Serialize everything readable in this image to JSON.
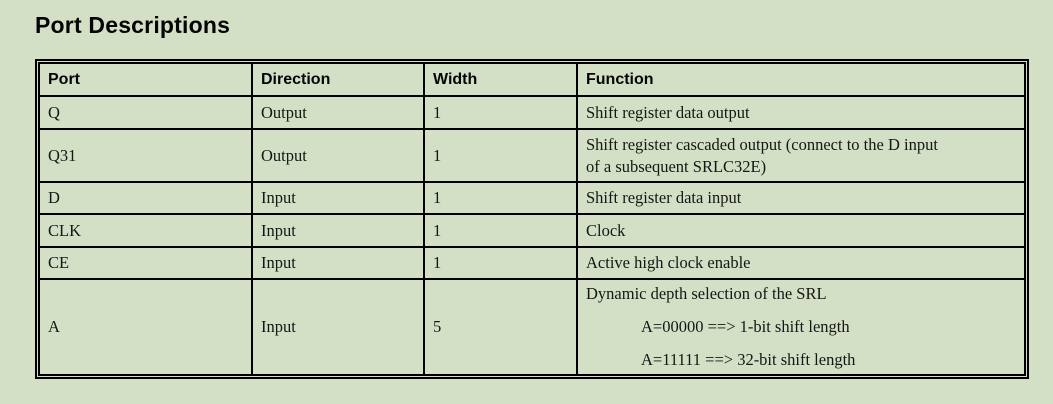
{
  "page": {
    "title": "Port Descriptions",
    "background_color": "#d3e0c5",
    "border_color": "#000000"
  },
  "table": {
    "columns": [
      "Port",
      "Direction",
      "Width",
      "Function"
    ],
    "rows": [
      {
        "port": "Q",
        "direction": "Output",
        "width": "1",
        "function_lines": [
          {
            "text": "Shift register data output",
            "indent": false
          }
        ]
      },
      {
        "port": "Q31",
        "direction": "Output",
        "width": "1",
        "function_lines": [
          {
            "text": "Shift register cascaded output (connect to the D input",
            "indent": false
          },
          {
            "text": "of a subsequent SRLC32E)",
            "indent": false
          }
        ]
      },
      {
        "port": "D",
        "direction": "Input",
        "width": "1",
        "function_lines": [
          {
            "text": "Shift register data input",
            "indent": false
          }
        ]
      },
      {
        "port": "CLK",
        "direction": "Input",
        "width": "1",
        "function_lines": [
          {
            "text": "Clock",
            "indent": false
          }
        ]
      },
      {
        "port": "CE",
        "direction": "Input",
        "width": "1",
        "function_lines": [
          {
            "text": "Active high clock enable",
            "indent": false
          }
        ]
      },
      {
        "port": "A",
        "direction": "Input",
        "width": "5",
        "function_lines": [
          {
            "text": "Dynamic depth selection of the SRL",
            "indent": false
          },
          {
            "text": "A=00000 ==> 1-bit shift length",
            "indent": true
          },
          {
            "text": "A=11111 ==> 32-bit shift length",
            "indent": true
          }
        ]
      }
    ]
  }
}
